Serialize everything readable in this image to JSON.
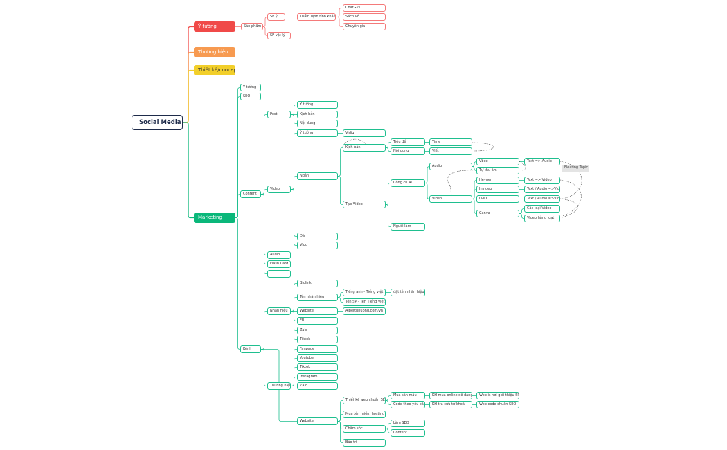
{
  "root": "Social Media",
  "colors": {
    "red": "#f04a48",
    "orange": "#f79a50",
    "yellow": "#f2cf2a",
    "green": "#0ab77a",
    "teal_line": "#1fbf8f",
    "red_line": "#f47a7a",
    "root_border": "#1e2b4a"
  },
  "nodes": {
    "y_tuong": "Ý tưởng",
    "san_pham": "Sản phẩm",
    "sp_y": "SP ý",
    "tham_dinh": "Thẩm định tính khả thi",
    "chatgpt": "ChatGPT",
    "sach_vo": "Sách vở",
    "chuyen_gia": "Chuyên gia",
    "sp_vat_ly": "SP vật lý",
    "thuong_hieu_top": "Thương hiệu",
    "thiet_ke": "Thiết kế/concept",
    "marketing": "Marketing",
    "m_y_tuong": "Ý tưởng",
    "m_seo": "SEO",
    "content": "Content",
    "post": "Post",
    "post_y_tuong": "Ý tưởng",
    "post_kich_ban": "Kịch bản",
    "post_noi_dung": "Nội dung",
    "video": "Video",
    "ngan": "Ngắn",
    "ngan_y_tuong": "Ý tưởng",
    "vidiq": "Vidiq",
    "kich_ban": "Kịch bản",
    "tieu_de": "Tiêu đề",
    "tieu_de_v": "Time",
    "noi_dung": "Nội dung",
    "noi_dung_v": "Viết",
    "tao_video": "Tạo Video",
    "cong_cu_ai": "Công cụ AI",
    "audio_ai": "Audio",
    "vbee": "Vbee",
    "text_audio": "Text => Audio",
    "tu_thu_am": "Tự thu âm",
    "video_ai": "Video",
    "heygen": "Heygen",
    "heygen_v": "Text => Video",
    "invideo": "Invideo",
    "invideo_v": "Text / Audio =>Video",
    "did": "D-ID",
    "did_v": "Text / Audio =>Video",
    "canva": "Canva",
    "cac_loai_video": "Các loại Video",
    "video_hang_loat": "Video hàng loạt",
    "nguoi_lam": "Người làm",
    "floating": "Floating Topic",
    "dai": "Dài",
    "vlog": "Vlog",
    "audio": "Audio",
    "flash_card": "Flash Card",
    "empty": "",
    "kenh": "Kênh",
    "nhan_hieu": "Nhãn hiệu",
    "biolink": "Biolink",
    "ten_nhan_hieu": "Tên nhãn hiệu",
    "tieng_anh": "Tiếng anh - Tiếng việt",
    "dat_ten": "đặt tên nhãn hiệu",
    "ten_sp": "Tên SP - Tên Tiếng Việt",
    "website_nh": "Website",
    "albert": "Albertphuong.com/vn",
    "fb": "FB",
    "zalo_nh": "Zalo",
    "tiktok_nh": "Tiktok",
    "thuong_hieu": "Thương hiệu",
    "fanpage": "Fanpage",
    "youtube": "Youtube",
    "tiktok_th": "Tiktok",
    "instagram": "Instagram",
    "zalo_th": "Zalo",
    "website": "Website",
    "thiet_ke_web": "Thiết kế web chuẩn SEO",
    "mua_san_mau": "Mua sẵn mẫu",
    "kh_mua": "KH mua online dễ dàng",
    "web_gioi_thieu": "Web is nơi giới thiệu SP",
    "code_theo": "Code theo yêu cầu",
    "kh_tra_cuu": "KH tra cứu từ khoá",
    "web_code": "Web code chuẩn SEO",
    "mua_ten_mien": "Mua tên miền, hosting",
    "cham_soc": "Chăm sóc",
    "lam_seo": "Làm SEO",
    "content_cs": "Content",
    "bao_tri": "Bảo trì"
  }
}
